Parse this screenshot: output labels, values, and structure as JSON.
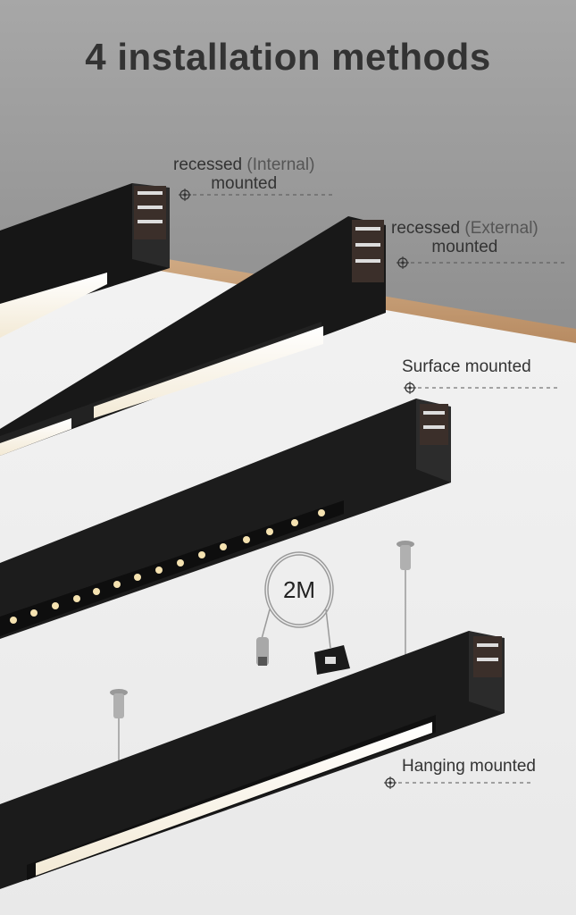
{
  "title": "4 installation methods",
  "methods": [
    {
      "id": "recessed-internal",
      "line1_a": "recessed",
      "line1_b": " (Internal)",
      "line2": "mounted"
    },
    {
      "id": "recessed-external",
      "line1_a": "recessed",
      "line1_b": " (External)",
      "line2": "mounted"
    },
    {
      "id": "surface",
      "line1_a": "Surface mounted"
    },
    {
      "id": "hanging",
      "line1_a": "Hanging mounted"
    }
  ],
  "cable_length": "2M",
  "colors": {
    "ceiling_gray": "#9a9a9a",
    "wall_light": "#f0f0f0",
    "wood": "#c8a07a",
    "profile_black": "#1e1e1e",
    "led_white": "#fffbf0",
    "text": "#333333"
  }
}
